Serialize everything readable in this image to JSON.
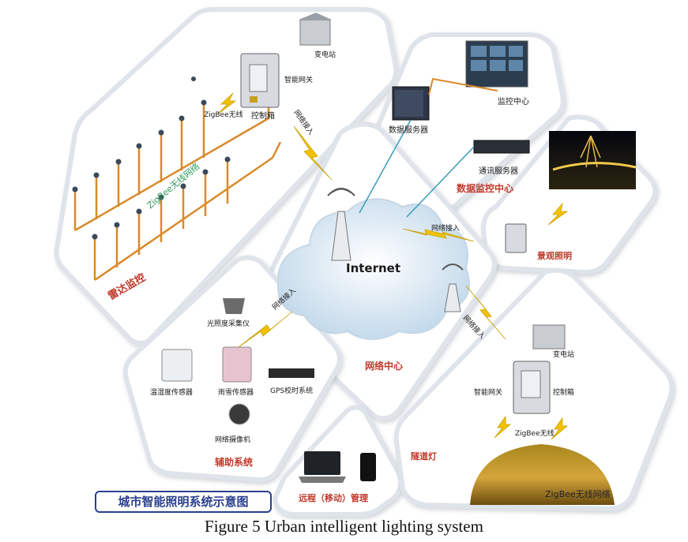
{
  "diagram": {
    "center": {
      "cloud": "Internet",
      "network_center": "网络中心"
    },
    "radar_zone": {
      "title": "雷达监控",
      "zigbee_network": "ZigBee无线网络",
      "zigbee_wireless": "ZigBee无线",
      "control_box": "控制箱",
      "smart_gateway": "智能网关",
      "substation": "变电站",
      "network_access": "网络接入"
    },
    "data_center_zone": {
      "title": "数据监控中心",
      "data_server": "数据服务器",
      "comm_server": "通讯服务器",
      "monitor_center": "监控中心"
    },
    "landscape_zone": {
      "title": "景观照明",
      "network_access": "网络接入"
    },
    "aux_zone": {
      "title": "辅助系统",
      "network_access": "网络接入",
      "light_sensor": "光照度采集仪",
      "temp_humidity": "温湿度传感器",
      "rain_snow": "雨雪传感器",
      "gps": "GPS校时系统",
      "camera": "网络摄像机"
    },
    "mobile_zone": {
      "title": "远程（移动）管理"
    },
    "tunnel_zone": {
      "title": "隧道灯",
      "network_access": "网络接入",
      "substation": "变电站",
      "smart_gateway": "智能网关",
      "control_box": "控制箱",
      "zigbee_wireless": "ZigBee无线",
      "zigbee_network": "ZigBee无线网络"
    },
    "legend_title": "城市智能照明系统示意图",
    "caption": "Figure 5 Urban intelligent lighting system"
  },
  "colors": {
    "zone_border": "#dfe4ea",
    "zone_fill": "#ffffff",
    "cable": "#d98a2b",
    "bolt": "#f2c200",
    "link": "#3a9bb8",
    "red_label": "#c0392b",
    "green_label": "#2e9c5a"
  }
}
